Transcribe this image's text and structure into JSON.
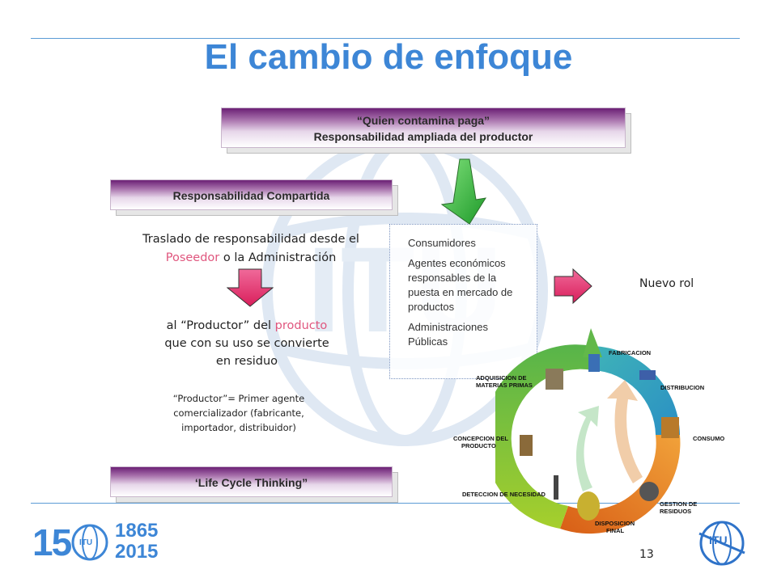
{
  "slide": {
    "title": "El cambio de enfoque",
    "page_number": "13"
  },
  "banners": {
    "top_line1": "“Quien contamina paga”",
    "top_line2": "Responsabilidad ampliada del productor",
    "shared": "Responsabilidad Compartida",
    "lifecycle": "‘Life Cycle Thinking”"
  },
  "left_column": {
    "transfer_a": "Traslado de responsabilidad desde el",
    "transfer_pink": "Poseedor",
    "transfer_b": " o la Administración",
    "producer_a": "al “Productor” del ",
    "producer_pink": "producto",
    "producer_b": "que con su uso se convierte",
    "producer_c": "en residuo",
    "definition_1": "“Productor”= Primer agente",
    "definition_2": "comercializador (fabricante,",
    "definition_3": "importador, distribuidor)"
  },
  "actors": {
    "item1": "Consumidores",
    "item2": "Agentes económicos responsables de la puesta en mercado de productos",
    "item3": "Administraciones Públicas"
  },
  "new_role": "Nuevo rol",
  "cycle": {
    "fabricacion": "FABRICACION",
    "distribucion": "DISTRIBUCION",
    "consumo": "CONSUMO",
    "gestion_1": "GESTION DE",
    "gestion_2": "RESIDUOS",
    "disposicion_1": "DISPOSICION",
    "disposicion_2": "FINAL",
    "deteccion": "DETECCION DE NECESIDAD",
    "concepcion_1": "CONCEPCION DEL",
    "concepcion_2": "PRODUCTO",
    "adquisicion_1": "ADQUISICION DE",
    "adquisicion_2": "MATERIAS PRIMAS"
  },
  "logos": {
    "anniversary_num": "15",
    "itu_badge": "ITU",
    "year_1": "1865",
    "year_2": "2015",
    "corner": "ITU"
  },
  "colors": {
    "title": "#3d86d6",
    "banner_dark": "#6b2075",
    "pink_text": "#e0567e",
    "arrow_green": "#38b83a",
    "arrow_pink": "#e8306f"
  }
}
